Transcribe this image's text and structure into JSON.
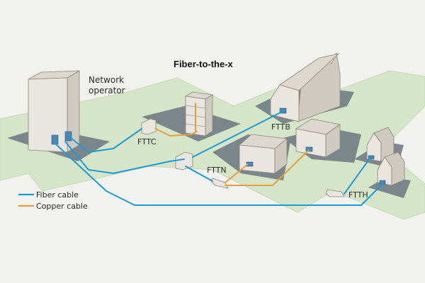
{
  "title": "Fiber-to-the-x",
  "nodes": {
    "operator": [
      "Network",
      "operator"
    ],
    "fttc": "FTTC",
    "fttb": "FTTB",
    "fttn": "FTTN",
    "ftth": "FTTH"
  },
  "legend": [
    {
      "label": "Fiber cable",
      "color": "#1e9ad6"
    },
    {
      "label": "Copper cable",
      "color": "#e0a040"
    }
  ],
  "colors": {
    "background": "#f1f1ef",
    "ground": "#d6e5c8",
    "ground_edge": "#c5d9b4",
    "shadow": "#6b7680",
    "building_front": "#e9e6df",
    "building_side": "#cfcac0",
    "building_top": "#dcd8cf",
    "fiber": "#1e9ad6",
    "copper": "#e0a040",
    "port": "#4a86b8"
  }
}
